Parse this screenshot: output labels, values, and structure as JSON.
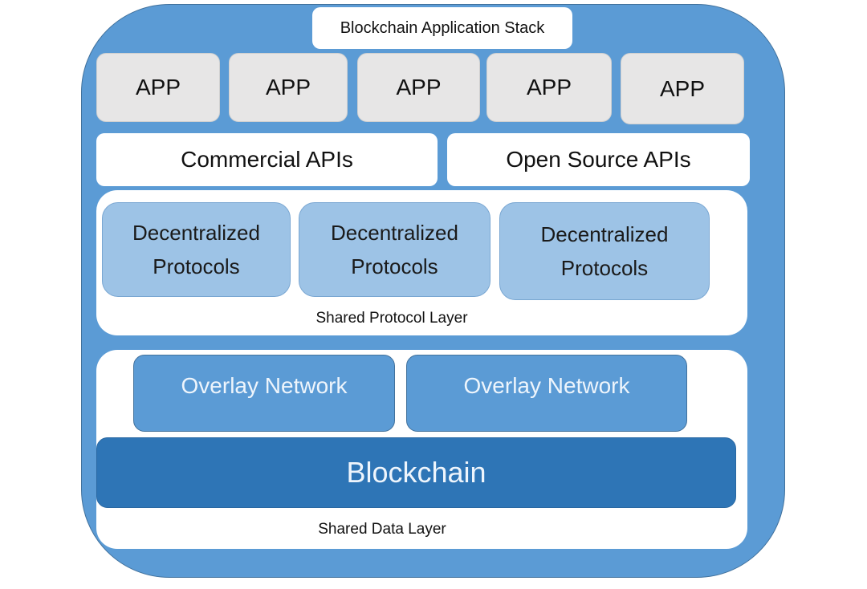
{
  "diagram": {
    "title": "Blockchain Application Stack",
    "apps": [
      "APP",
      "APP",
      "APP",
      "APP",
      "APP"
    ],
    "apis": [
      "Commercial APIs",
      "Open Source APIs"
    ],
    "protocol_layer": {
      "label": "Shared Protocol Layer",
      "protocols": [
        {
          "line1": "Decentralized",
          "line2": "Protocols"
        },
        {
          "line1": "Decentralized",
          "line2": "Protocols"
        },
        {
          "line1": "Decentralized",
          "line2": "Protocols"
        }
      ]
    },
    "data_layer": {
      "label": "Shared Data Layer",
      "overlays": [
        "Overlay Network",
        "Overlay Network"
      ],
      "blockchain": "Blockchain"
    },
    "colors": {
      "outer": "#5b9bd5",
      "app_box": "#e7e6e6",
      "protocol_box": "#9dc3e6",
      "overlay_box": "#5b9bd5",
      "blockchain_box": "#2e75b6"
    }
  }
}
